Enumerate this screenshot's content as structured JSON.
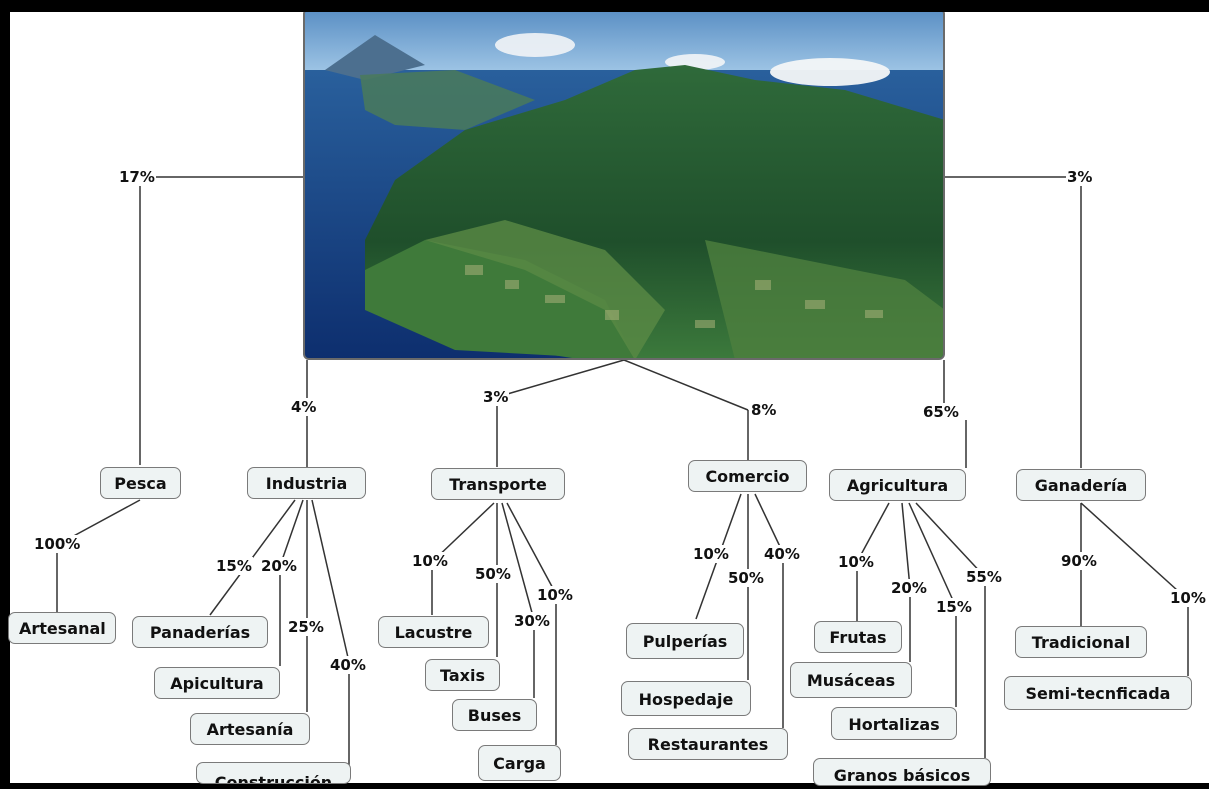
{
  "photo": {
    "description_icon": "volcano-island-photo"
  },
  "top": {
    "pesca_pct": "17%",
    "ganaderia_pct": "3%",
    "industria_pct": "4%",
    "transporte_pct": "3%",
    "comercio_pct": "8%",
    "agricultura_pct": "65%"
  },
  "sectors": {
    "pesca": {
      "label": "Pesca",
      "children": [
        {
          "label": "Artesanal",
          "pct": "100%"
        }
      ]
    },
    "industria": {
      "label": "Industria",
      "children": [
        {
          "label": "Panaderías",
          "pct": "15%"
        },
        {
          "label": "Apicultura",
          "pct": "20%"
        },
        {
          "label": "Artesanía",
          "pct": "25%"
        },
        {
          "label": "Construcción",
          "pct": "40%"
        }
      ]
    },
    "transporte": {
      "label": "Transporte",
      "children": [
        {
          "label": "Lacustre",
          "pct": "10%"
        },
        {
          "label": "Taxis",
          "pct": "50%"
        },
        {
          "label": "Buses",
          "pct": "30%"
        },
        {
          "label": "Carga",
          "pct": "10%"
        }
      ]
    },
    "comercio": {
      "label": "Comercio",
      "children": [
        {
          "label": "Pulperías",
          "pct": "10%"
        },
        {
          "label": "Hospedaje",
          "pct": "50%"
        },
        {
          "label": "Restaurantes",
          "pct": "40%"
        }
      ]
    },
    "agricultura": {
      "label": "Agricultura",
      "children": [
        {
          "label": "Frutas",
          "pct": "10%"
        },
        {
          "label": "Musáceas",
          "pct": "20%"
        },
        {
          "label": "Hortalizas",
          "pct": "15%"
        },
        {
          "label": "Granos básicos",
          "pct": "55%"
        }
      ]
    },
    "ganaderia": {
      "label": "Ganadería",
      "children": [
        {
          "label": "Tradicional",
          "pct": "90%"
        },
        {
          "label": "Semi-tecnficada",
          "pct": "10%"
        }
      ]
    }
  },
  "colors": {
    "node_fill": "#eef3f3",
    "node_border": "#7a7a7a",
    "line": "#333333"
  }
}
